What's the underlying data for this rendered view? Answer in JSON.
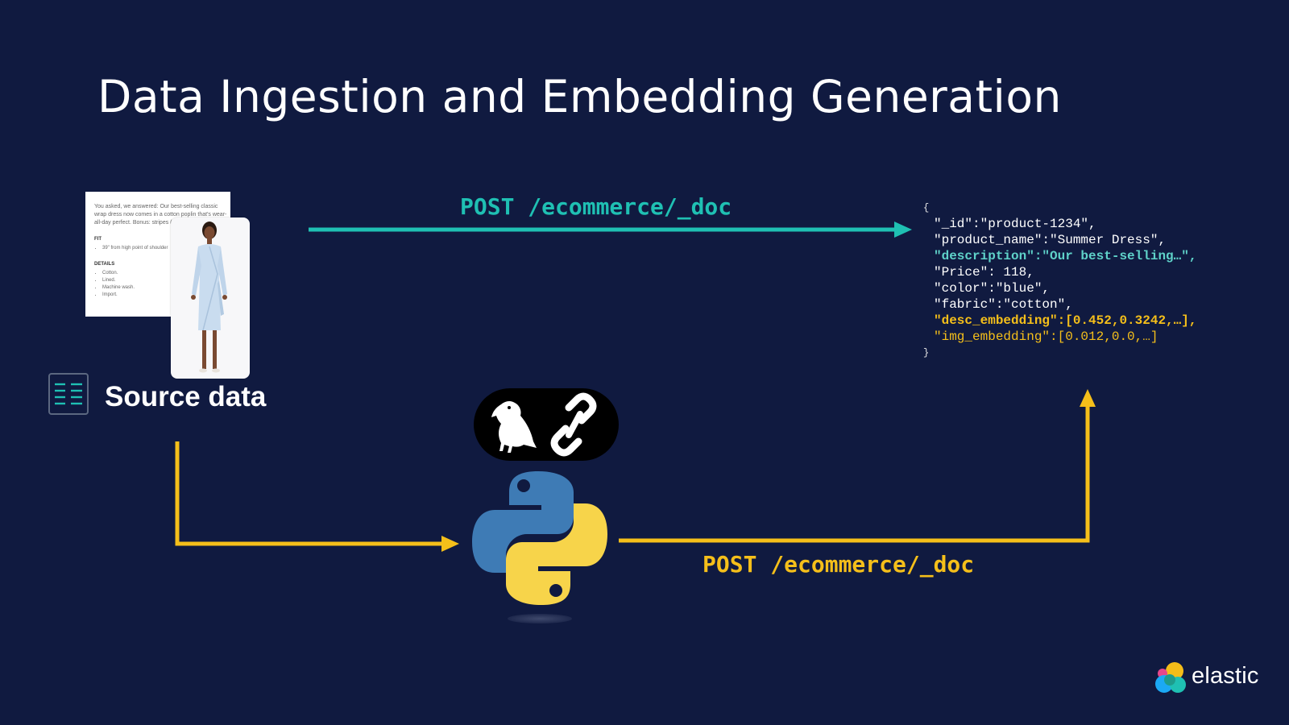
{
  "title": "Data Ingestion and Embedding Generation",
  "source": {
    "label": "Source data",
    "icon": "list-document-icon",
    "doc_text": "You asked, we answered: Our best-selling classic wrap dress now comes in a cotton poplin that's wear-all-day perfect. Bonus: stripes (our favorite).",
    "fit_heading": "FIT",
    "fit_items": [
      "39\" from high point of shoulder"
    ],
    "details_heading": "DETAILS",
    "details_items": [
      "Cotton.",
      "Lined.",
      "Machine wash.",
      "Import."
    ]
  },
  "arrows": {
    "top_label": "POST /ecommerce/_doc",
    "bottom_label": "POST /ecommerce/_doc",
    "teal_color": "#1fc0b3",
    "yellow_color": "#f5bf1a"
  },
  "json_doc": {
    "open": "{",
    "close": "}",
    "id_line": "\"_id\":\"product-1234\",",
    "name_line": "\"product_name\":\"Summer Dress\",",
    "desc_line": "\"description\":\"Our best-selling…\",",
    "price_line": "\"Price\": 118,",
    "color_line": "\"color\":\"blue\",",
    "fabric_line": "\"fabric\":\"cotton\",",
    "desc_emb_line": "\"desc_embedding\":[0.452,0.3242,…],",
    "img_emb_line": "\"img_embedding\":[0.012,0.0,…]"
  },
  "badge_icons": [
    "parrot-icon",
    "chain-link-icon"
  ],
  "python_icon": "python-logo-icon",
  "brand": {
    "name": "elastic"
  },
  "colors": {
    "background": "#101a40",
    "teal": "#1fc0b3",
    "yellow": "#f5bf1a"
  }
}
